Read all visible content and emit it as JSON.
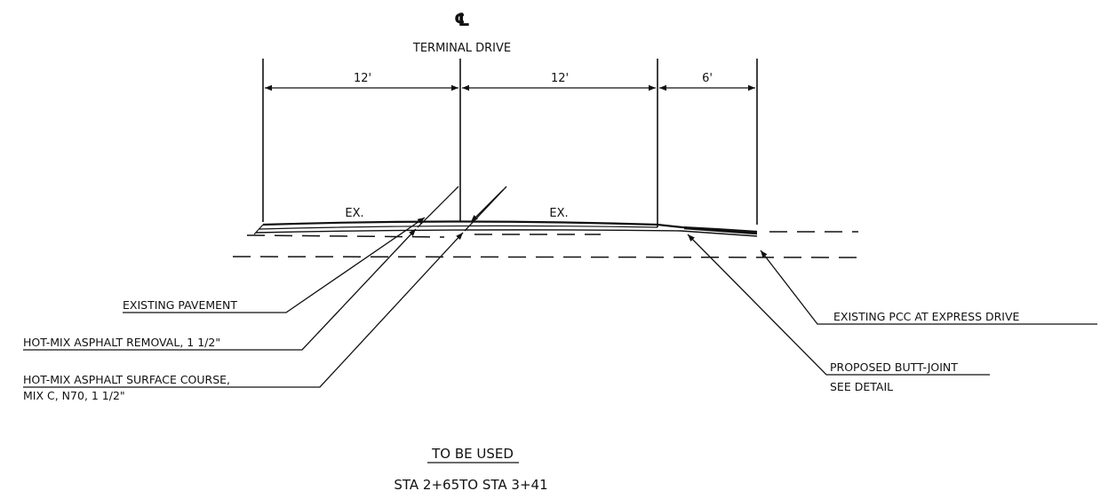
{
  "centerline": {
    "symbol": "℄",
    "road_name": "TERMINAL DRIVE"
  },
  "dimensions": {
    "left": "12'",
    "middle": "12'",
    "right": "6'"
  },
  "surface_labels": {
    "left": "EX.",
    "right": "EX."
  },
  "callouts": {
    "existing_pavement": "EXISTING PAVEMENT",
    "hma_removal": "HOT-MIX ASPHALT REMOVAL, 1 1/2\"",
    "hma_surface_line1": "HOT-MIX ASPHALT SURFACE COURSE,",
    "hma_surface_line2": "MIX C, N70, 1 1/2\"",
    "existing_pcc": "EXISTING PCC AT EXPRESS DRIVE",
    "butt_joint_line1": "PROPOSED BUTT-JOINT",
    "butt_joint_line2": "SEE DETAIL"
  },
  "usage": {
    "heading": "TO BE USED",
    "range": "STA 2+65TO STA 3+41"
  }
}
